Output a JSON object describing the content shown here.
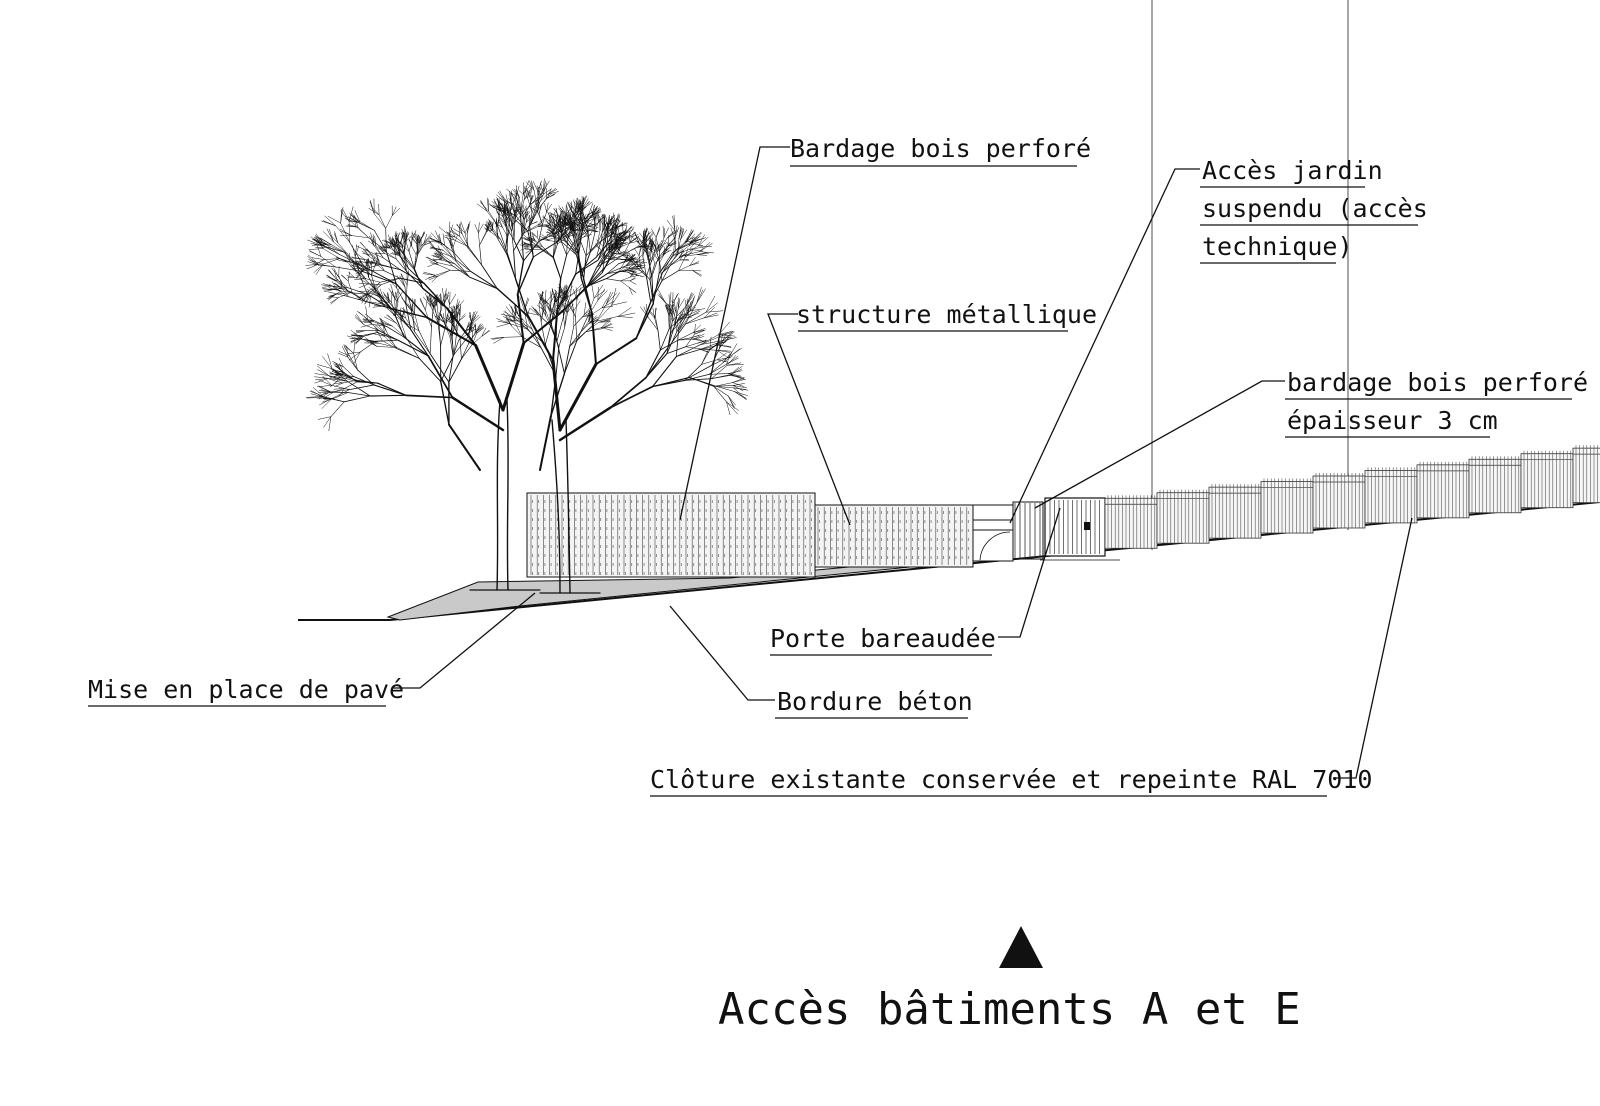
{
  "labels": {
    "bardage_bois": "Bardage bois perforé",
    "structure_metallique": "structure métallique",
    "acces_jardin_1": "Accès jardin",
    "acces_jardin_2": "suspendu (accès",
    "acces_jardin_3": "technique)",
    "bardage_epaisseur_1": "bardage bois perforé",
    "bardage_epaisseur_2": "épaisseur 3 cm",
    "porte": "Porte bareaudée",
    "pave": "Mise en place de pavé",
    "bordure": "Bordure béton",
    "cloture": "Clôture existante conservée et repeinte RAL 7010"
  },
  "title": "Accès bâtiments A et E",
  "icons": {
    "north_marker": "triangle-up-icon"
  },
  "colors": {
    "ink": "#111111",
    "background": "#ffffff"
  }
}
